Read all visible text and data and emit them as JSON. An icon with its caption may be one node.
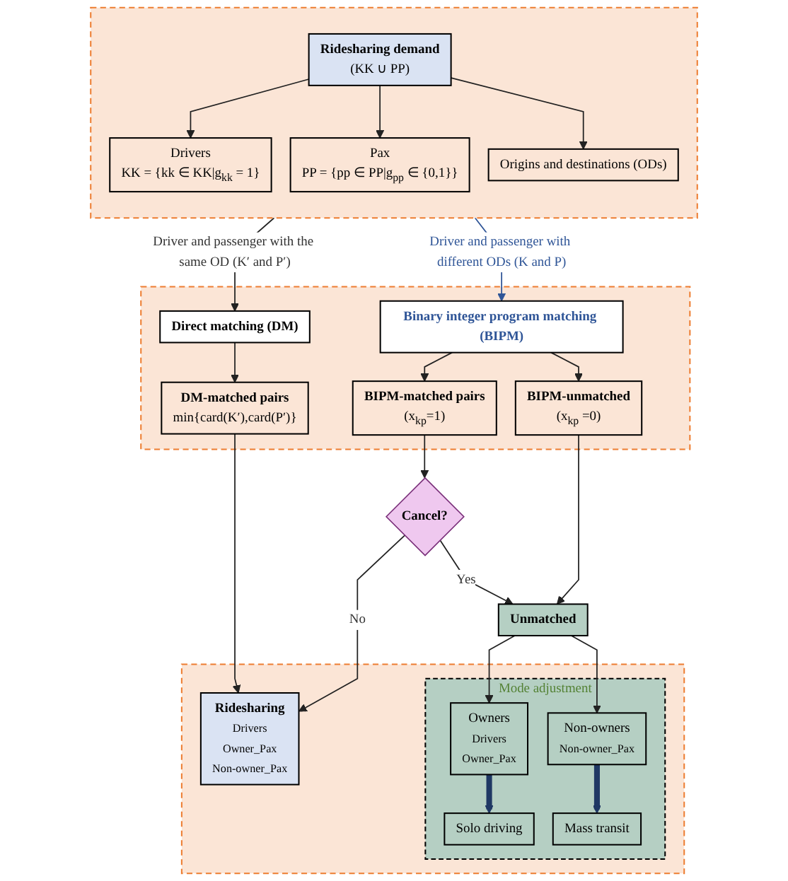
{
  "diagram": {
    "nodes": [
      {
        "text": [],
        "shape": "box"
      },
      {
        "text": [
          "Ridesharing demand",
          "(KK ∪ PP)"
        ],
        "in": 0
      },
      {
        "text": [
          "Drivers",
          "KK = {kk ∈ KK|g$_{kk}$ = 1}"
        ],
        "in": 0
      },
      {
        "text": [
          "Pax",
          "PP = {pp ∈ PP|g$_{pp}$ ∈ {0,1}}"
        ],
        "in": 0
      },
      {
        "text": [
          "Origins and destinations (ODs)"
        ],
        "in": 0
      },
      {
        "text": [],
        "shape": "box"
      },
      {
        "text": [
          "Direct matching (DM)"
        ],
        "in": 5
      },
      {
        "text": [
          "Binary integer program matching (BIPM)"
        ],
        "in": 5
      },
      {
        "text": [
          "DM-matched pairs",
          "min{card(K′),card(P′)}"
        ],
        "in": 5
      },
      {
        "text": [
          "BIPM-matched pairs",
          "(x$_{kp}$=1)"
        ],
        "in": 5
      },
      {
        "text": [
          "BIPM-unmatched",
          "(x$_{kp}$ =0)"
        ],
        "in": 5
      },
      {
        "text": [
          "Cancel?"
        ]
      },
      {
        "text": [
          "Unmatched"
        ]
      },
      {
        "text": [],
        "shape": "box"
      },
      {
        "text": [
          "Ridesharing",
          "Drivers",
          "Owner_Pax",
          "Non-owner_Pax"
        ],
        "in": 13
      },
      {
        "text": [
          "Mode adjustment"
        ],
        "in": 13
      },
      {
        "text": [
          "Owners",
          "Drivers",
          "Owner_Pax"
        ],
        "in": 15
      },
      {
        "text": [
          "Non-owners",
          "Non-owner_Pax"
        ],
        "in": 15
      },
      {
        "text": [
          "Solo driving"
        ],
        "in": 15
      },
      {
        "text": [
          "Mass transit"
        ],
        "in": 15
      }
    ],
    "edges": [
      {
        "from": 1,
        "to": 2,
        "arrow": "to"
      },
      {
        "from": 1,
        "to": 3,
        "arrow": "to"
      },
      {
        "from": 1,
        "to": 4,
        "arrow": "to"
      },
      {
        "from": 0,
        "to": 6,
        "arrow": "to",
        "label": "Driver and passenger with the same OD (K′ and P′)"
      },
      {
        "from": 0,
        "to": 7,
        "arrow": "to",
        "label": "Driver and passenger with different ODs (K and P)",
        "color": "#2f5597"
      },
      {
        "from": 6,
        "to": 8,
        "arrow": "to"
      },
      {
        "from": 7,
        "to": 9,
        "arrow": "to"
      },
      {
        "from": 7,
        "to": 10,
        "arrow": "to"
      },
      {
        "from": 8,
        "to": 14,
        "arrow": "to"
      },
      {
        "from": 9,
        "to": 11,
        "arrow": "to"
      },
      {
        "from": 11,
        "to": 14,
        "arrow": "to",
        "label": "No"
      },
      {
        "from": 11,
        "to": 12,
        "arrow": "to",
        "label": "Yes"
      },
      {
        "from": 10,
        "to": 12,
        "arrow": "to"
      },
      {
        "from": 12,
        "to": 16,
        "arrow": "to"
      },
      {
        "from": 12,
        "to": 17,
        "arrow": "to"
      },
      {
        "from": 16,
        "to": 18,
        "arrow": "to",
        "style": "thick",
        "color": "#1f3864"
      },
      {
        "from": 17,
        "to": 19,
        "arrow": "to",
        "style": "thick",
        "color": "#1f3864"
      }
    ]
  }
}
